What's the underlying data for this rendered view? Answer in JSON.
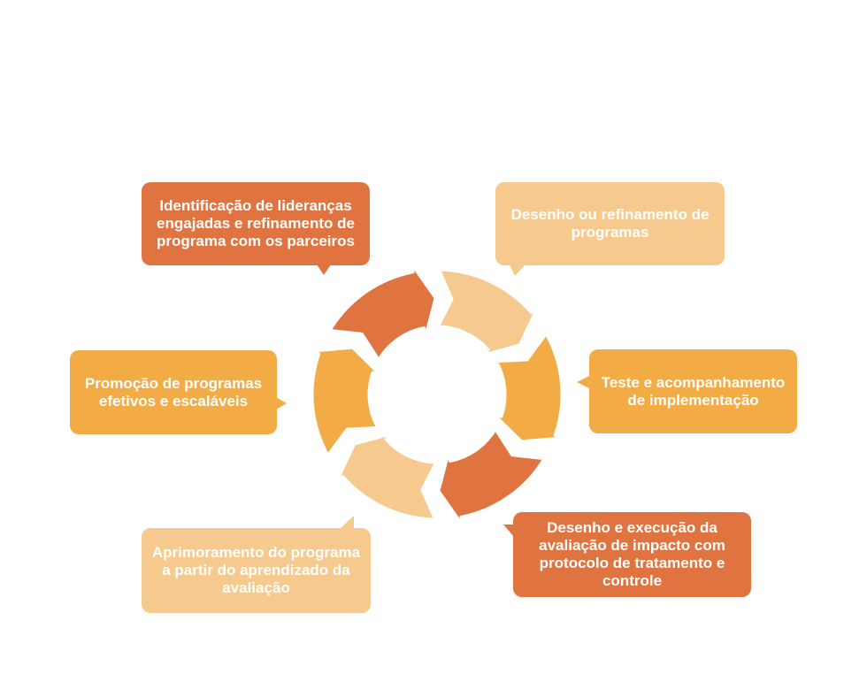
{
  "colors": {
    "dark_orange": "#E07440",
    "light_peach": "#F6CA8E",
    "mid_orange": "#F3AC45",
    "text": "#FFFFFF"
  },
  "steps": [
    {
      "id": "step-1",
      "label": "Identificação de lideranças engajadas e refinamento de programa com os parceiros",
      "color": "#E07440"
    },
    {
      "id": "step-2",
      "label": "Desenho ou refinamento de programas",
      "color": "#F6CA8E"
    },
    {
      "id": "step-3",
      "label": "Teste e acompanhamento de implementação",
      "color": "#F3AC45"
    },
    {
      "id": "step-4",
      "label": "Desenho e execução da avaliação de impacto com protocolo de tratamento e controle",
      "color": "#E07440"
    },
    {
      "id": "step-5",
      "label": "Aprimoramento do programa a partir do aprendizado da avaliação",
      "color": "#F6CA8E"
    },
    {
      "id": "step-6",
      "label": "Promoção de programas efetivos e escaláveis",
      "color": "#F3AC45"
    }
  ]
}
